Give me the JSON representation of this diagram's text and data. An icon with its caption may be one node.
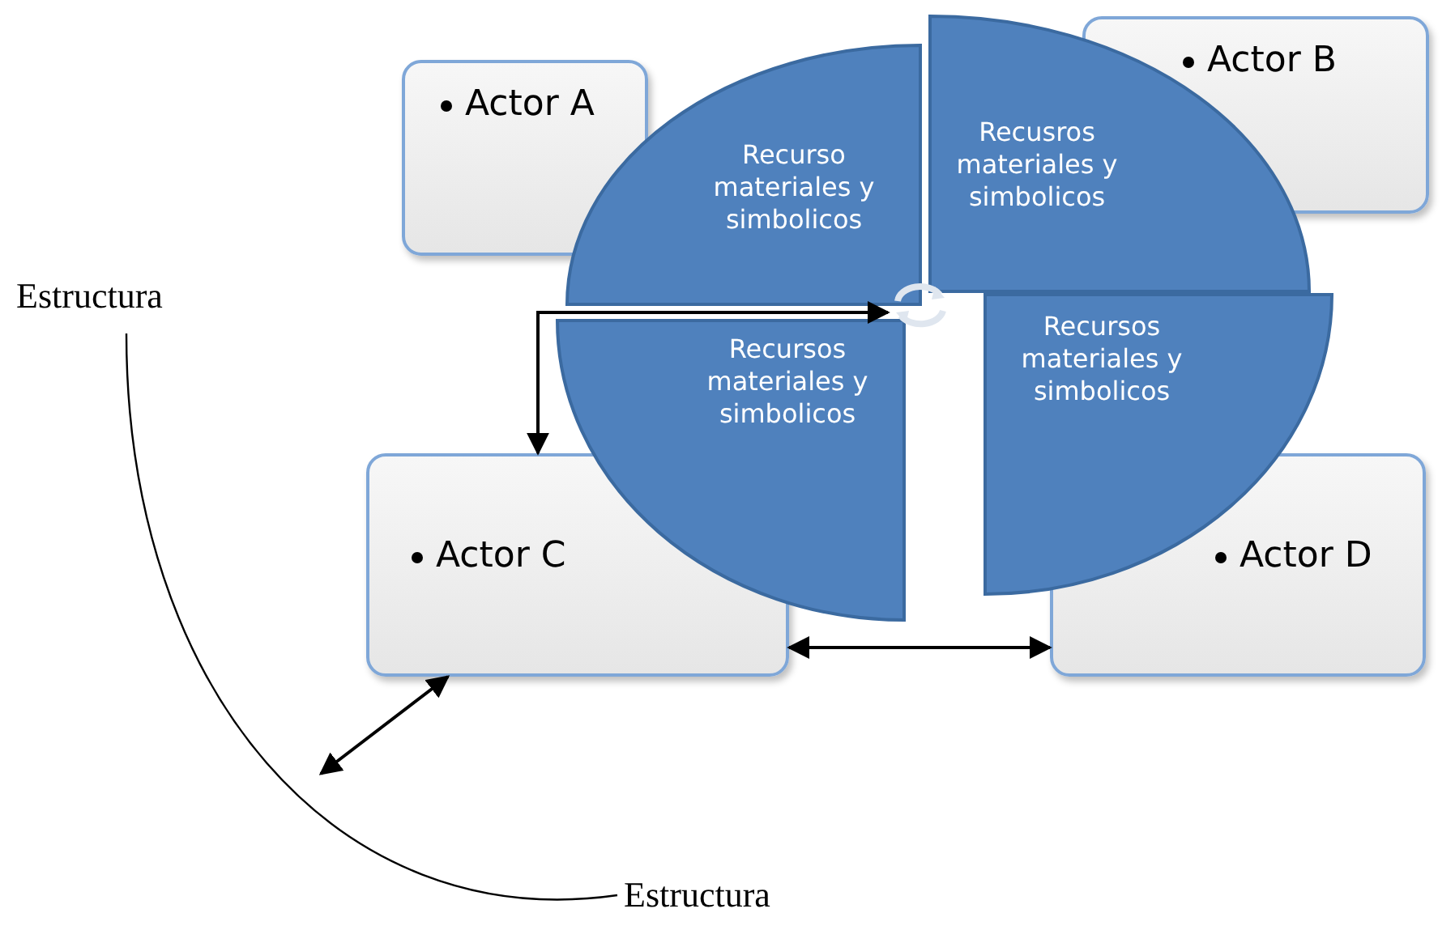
{
  "diagram": {
    "nodes": [
      {
        "text": [
          "Actor A"
        ]
      },
      {
        "text": [
          "Actor B"
        ]
      },
      {
        "text": [
          "Actor C"
        ]
      },
      {
        "text": [
          "Actor D"
        ]
      },
      {
        "text": [
          "Recurso materiales y simbolicos"
        ]
      },
      {
        "text": [
          "Recusros materiales y simbolicos"
        ]
      },
      {
        "text": [
          "Recursos materiales y simbolicos"
        ]
      },
      {
        "text": [
          "Recursos materiales y simbolicos"
        ]
      },
      {
        "text": [
          "Estructura"
        ]
      },
      {
        "text": [
          "Estructura"
        ]
      },
      {
        "text": [],
        "shape": "picture"
      }
    ],
    "edges": [
      {
        "from": 10,
        "to": 2,
        "arrow": "both"
      },
      {
        "from": 2,
        "to": 3,
        "arrow": "both"
      },
      {
        "from": 2,
        "to": null,
        "arrow": "both"
      },
      {
        "from": 8,
        "to": 9,
        "arrow": "none"
      }
    ]
  }
}
